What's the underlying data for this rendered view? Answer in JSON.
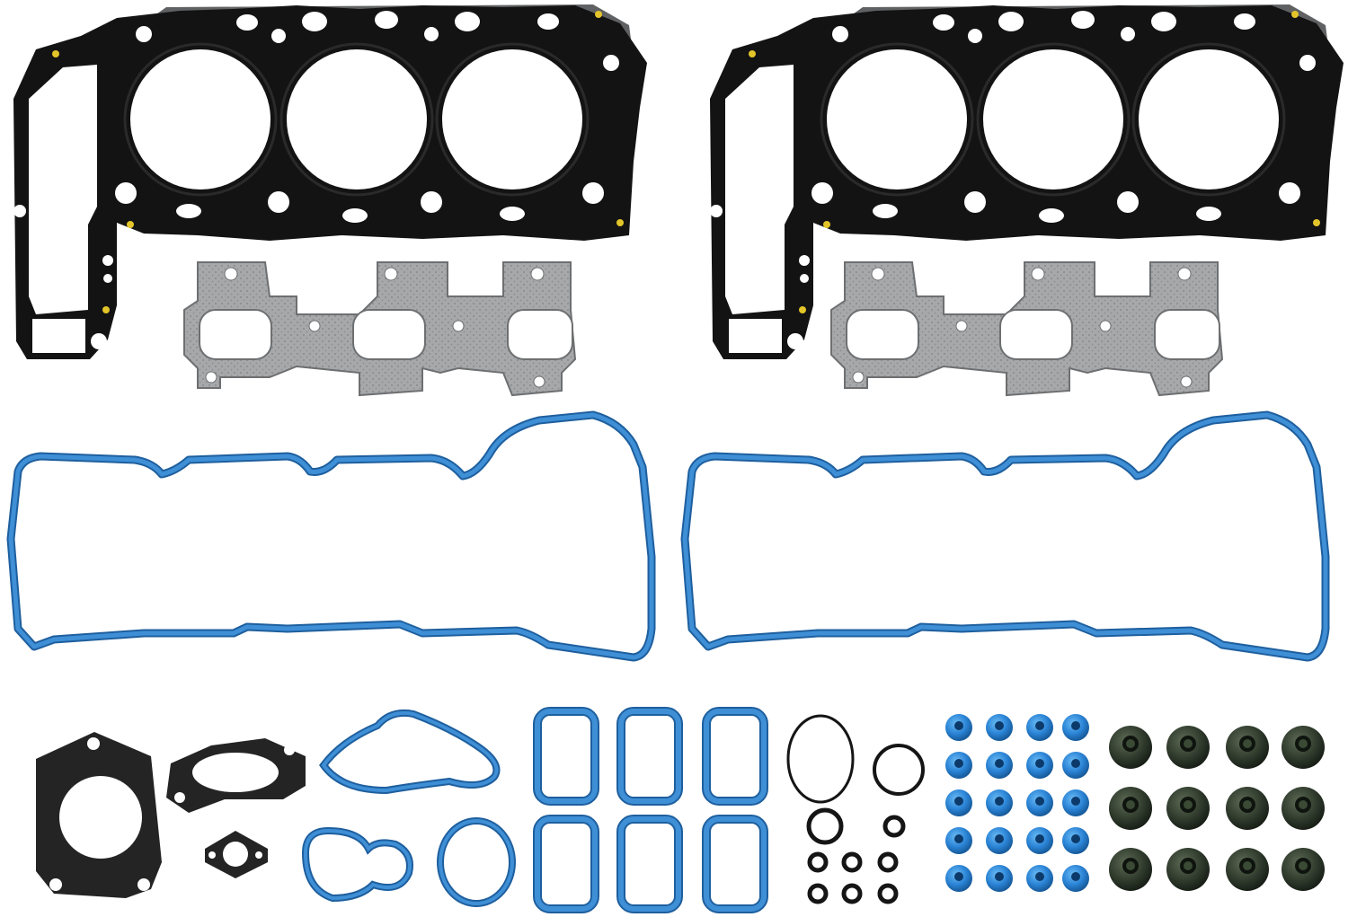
{
  "image": {
    "description_visible_text": [],
    "colors": {
      "background": "#ffffff",
      "head_gasket": "#131313",
      "head_gasket_plate": "#5f6163",
      "exhaust_gasket": "#a6a8aa",
      "exhaust_gasket_edge": "#6d6f71",
      "blue_seal": "#3f8fd6",
      "blue_seal_dark": "#1e5f9e",
      "valve_seal_blue": "#1f6fc6",
      "valve_seal_blue_light": "#4aa7f0",
      "valve_seal_dark": "#2f3a2c",
      "valve_seal_dark_inner": "#0f140f"
    },
    "counts": {
      "head_gaskets": 2,
      "exhaust_manifold_gaskets": 2,
      "valve_cover_gaskets": 2,
      "intake_gaskets": 6,
      "blue_valve_stem_seals": 20,
      "dark_valve_stem_seals": 12
    }
  }
}
